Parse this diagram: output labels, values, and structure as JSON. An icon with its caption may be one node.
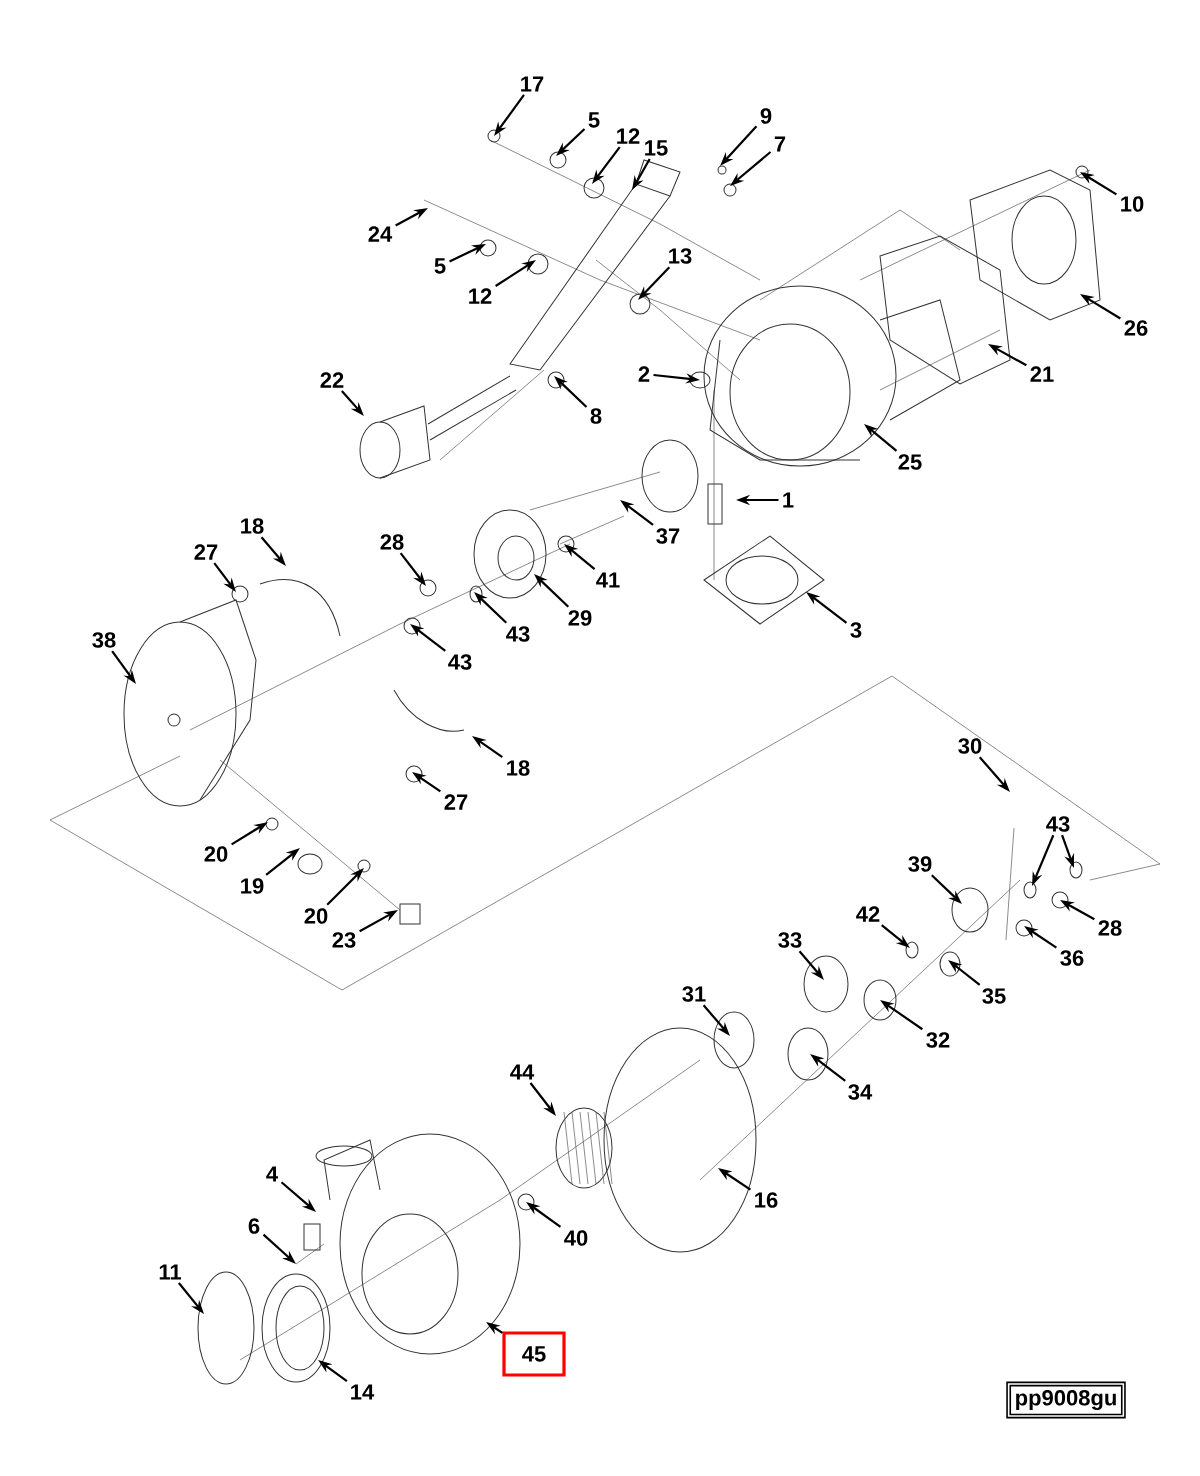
{
  "diagram": {
    "nodes": [
      {
        "text": [
          "17"
        ]
      },
      {
        "text": [
          "5"
        ]
      },
      {
        "text": [
          "12"
        ]
      },
      {
        "text": [
          "15"
        ]
      },
      {
        "text": [
          "9"
        ]
      },
      {
        "text": [
          "7"
        ]
      },
      {
        "text": [
          "24"
        ]
      },
      {
        "text": [
          "5"
        ]
      },
      {
        "text": [
          "12"
        ]
      },
      {
        "text": [
          "13"
        ]
      },
      {
        "text": [
          "10"
        ]
      },
      {
        "text": [
          "22"
        ]
      },
      {
        "text": [
          "2"
        ]
      },
      {
        "text": [
          "8"
        ]
      },
      {
        "text": [
          "26"
        ]
      },
      {
        "text": [
          "21"
        ]
      },
      {
        "text": [
          "25"
        ]
      },
      {
        "text": [
          "1"
        ]
      },
      {
        "text": [
          "37"
        ]
      },
      {
        "text": [
          "18"
        ]
      },
      {
        "text": [
          "27"
        ]
      },
      {
        "text": [
          "28"
        ]
      },
      {
        "text": [
          "41"
        ]
      },
      {
        "text": [
          "29"
        ]
      },
      {
        "text": [
          "43"
        ]
      },
      {
        "text": [
          "3"
        ]
      },
      {
        "text": [
          "38"
        ]
      },
      {
        "text": [
          "43"
        ]
      },
      {
        "text": [
          "18"
        ]
      },
      {
        "text": [
          "27"
        ]
      },
      {
        "text": [
          "20"
        ]
      },
      {
        "text": [
          "19"
        ]
      },
      {
        "text": [
          "20"
        ]
      },
      {
        "text": [
          "23"
        ]
      },
      {
        "text": [
          "30"
        ]
      },
      {
        "text": [
          "43"
        ]
      },
      {
        "text": [
          "28"
        ]
      },
      {
        "text": [
          "39"
        ]
      },
      {
        "text": [
          "36"
        ]
      },
      {
        "text": [
          "42"
        ]
      },
      {
        "text": [
          "35"
        ]
      },
      {
        "text": [
          "33"
        ]
      },
      {
        "text": [
          "32"
        ]
      },
      {
        "text": [
          "31"
        ]
      },
      {
        "text": [
          "34"
        ]
      },
      {
        "text": [
          "44"
        ]
      },
      {
        "text": [
          "16"
        ]
      },
      {
        "text": [
          "4"
        ]
      },
      {
        "text": [
          "40"
        ]
      },
      {
        "text": [
          "6"
        ]
      },
      {
        "text": [
          "11"
        ]
      },
      {
        "text": [
          "14"
        ]
      },
      {
        "text": [
          "45"
        ]
      },
      {
        "text": [
          "pp9008gu"
        ]
      }
    ],
    "edges": [
      {
        "from": 0,
        "to": null,
        "arrow": "to"
      },
      {
        "from": 1,
        "to": null,
        "arrow": "to"
      },
      {
        "from": 2,
        "to": null,
        "arrow": "to"
      },
      {
        "from": 3,
        "to": null,
        "arrow": "to"
      },
      {
        "from": 4,
        "to": null,
        "arrow": "to"
      },
      {
        "from": 5,
        "to": null,
        "arrow": "to"
      },
      {
        "from": 6,
        "to": null,
        "arrow": "to"
      },
      {
        "from": 7,
        "to": null,
        "arrow": "to"
      },
      {
        "from": 8,
        "to": null,
        "arrow": "to"
      },
      {
        "from": 9,
        "to": null,
        "arrow": "to"
      },
      {
        "from": 10,
        "to": null,
        "arrow": "to"
      },
      {
        "from": 11,
        "to": null,
        "arrow": "to"
      },
      {
        "from": 12,
        "to": null,
        "arrow": "to"
      },
      {
        "from": 13,
        "to": null,
        "arrow": "to"
      },
      {
        "from": 14,
        "to": null,
        "arrow": "to"
      },
      {
        "from": 15,
        "to": null,
        "arrow": "to"
      },
      {
        "from": 16,
        "to": null,
        "arrow": "to"
      },
      {
        "from": 17,
        "to": null,
        "arrow": "to"
      },
      {
        "from": 18,
        "to": null,
        "arrow": "to"
      },
      {
        "from": 19,
        "to": null,
        "arrow": "to"
      },
      {
        "from": 20,
        "to": null,
        "arrow": "to"
      },
      {
        "from": 21,
        "to": null,
        "arrow": "to"
      },
      {
        "from": 22,
        "to": null,
        "arrow": "to"
      },
      {
        "from": 23,
        "to": null,
        "arrow": "to"
      },
      {
        "from": 24,
        "to": null,
        "arrow": "to"
      },
      {
        "from": 25,
        "to": null,
        "arrow": "to"
      },
      {
        "from": 26,
        "to": null,
        "arrow": "to"
      },
      {
        "from": 27,
        "to": null,
        "arrow": "to"
      },
      {
        "from": 28,
        "to": null,
        "arrow": "to"
      },
      {
        "from": 29,
        "to": null,
        "arrow": "to"
      },
      {
        "from": 30,
        "to": null,
        "arrow": "to"
      },
      {
        "from": 31,
        "to": null,
        "arrow": "to"
      },
      {
        "from": 32,
        "to": null,
        "arrow": "to"
      },
      {
        "from": 33,
        "to": null,
        "arrow": "to"
      },
      {
        "from": 34,
        "to": null,
        "arrow": "to"
      },
      {
        "from": 35,
        "to": null,
        "arrow": "to"
      },
      {
        "from": 35,
        "to": null,
        "arrow": "to"
      },
      {
        "from": 36,
        "to": null,
        "arrow": "to"
      },
      {
        "from": 37,
        "to": null,
        "arrow": "to"
      },
      {
        "from": 38,
        "to": null,
        "arrow": "to"
      },
      {
        "from": 39,
        "to": null,
        "arrow": "to"
      },
      {
        "from": 40,
        "to": null,
        "arrow": "to"
      },
      {
        "from": 41,
        "to": null,
        "arrow": "to"
      },
      {
        "from": 42,
        "to": null,
        "arrow": "to"
      },
      {
        "from": 43,
        "to": null,
        "arrow": "to"
      },
      {
        "from": 44,
        "to": null,
        "arrow": "to"
      },
      {
        "from": 45,
        "to": null,
        "arrow": "to"
      },
      {
        "from": 46,
        "to": null,
        "arrow": "to"
      },
      {
        "from": 47,
        "to": null,
        "arrow": "to"
      },
      {
        "from": 48,
        "to": null,
        "arrow": "to"
      },
      {
        "from": 49,
        "to": null,
        "arrow": "to"
      },
      {
        "from": 50,
        "to": null,
        "arrow": "to"
      },
      {
        "from": 51,
        "to": null,
        "arrow": "to"
      },
      {
        "from": 52,
        "to": null,
        "arrow": "to"
      }
    ]
  }
}
